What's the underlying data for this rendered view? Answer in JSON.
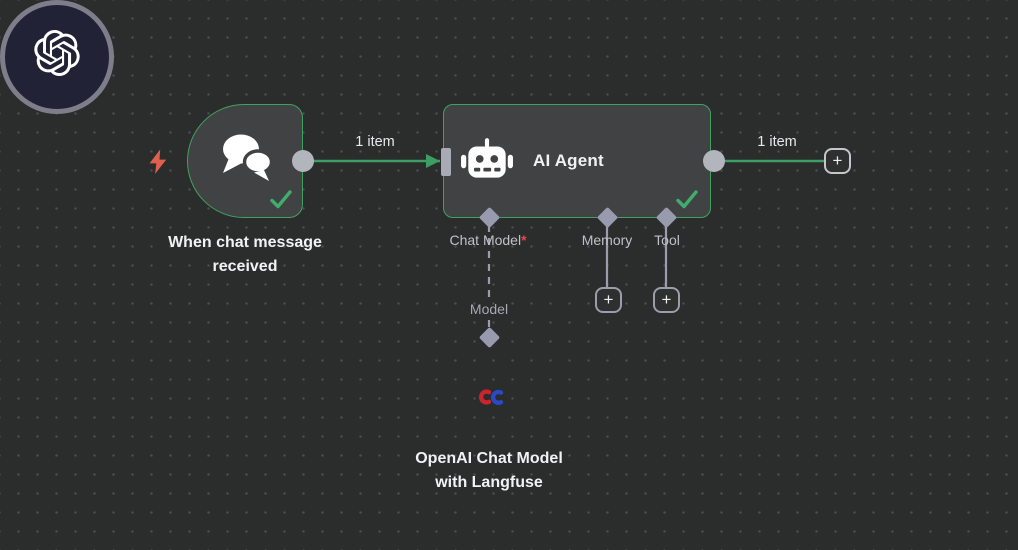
{
  "canvas": {
    "name": "n8n workflow canvas",
    "colors": {
      "background": "#2b2c2c",
      "grid_dot": "#4f5051",
      "node_fill": "#414244",
      "success_green": "#41a25f",
      "check_green": "#3fae6d",
      "connection_green": "#3d9e63",
      "endpoint_gray": "#b3b5bd",
      "diamond_gray": "#989aad",
      "trigger_bolt": "#e0604e",
      "required_red": "#e5484d",
      "circle_node_fill": "#222237",
      "circle_node_ring": "#7d7e8a"
    }
  },
  "nodes": {
    "trigger": {
      "label": "When chat message received",
      "icon": "chat-bubbles-icon",
      "trigger_icon": "zap-icon",
      "status": "success"
    },
    "agent": {
      "title": "AI Agent",
      "icon": "robot-icon",
      "status": "success",
      "ports": [
        {
          "label": "Chat Model",
          "required": "*"
        },
        {
          "label": "Memory"
        },
        {
          "label": "Tool"
        }
      ]
    },
    "model": {
      "label": "OpenAI Chat Model with Langfuse",
      "icon": "openai-icon"
    }
  },
  "edges": {
    "in": {
      "label": "1 item"
    },
    "out": {
      "label": "1 item"
    },
    "model": {
      "label": "Model"
    }
  },
  "ui": {
    "plus": "+"
  }
}
